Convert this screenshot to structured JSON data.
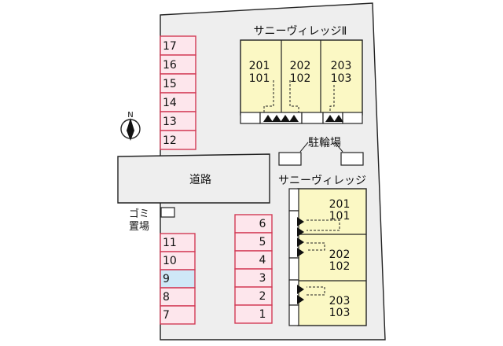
{
  "buildings": {
    "villa2": {
      "name": "サニーヴィレッジⅡ",
      "units": [
        {
          "upper": "201",
          "lower": "101"
        },
        {
          "upper": "202",
          "lower": "102"
        },
        {
          "upper": "203",
          "lower": "103"
        }
      ]
    },
    "villa1": {
      "name": "サニーヴィレッジ",
      "units": [
        {
          "upper": "201",
          "lower": "101"
        },
        {
          "upper": "202",
          "lower": "102"
        },
        {
          "upper": "203",
          "lower": "103"
        }
      ]
    }
  },
  "parking": {
    "left_top": [
      "17",
      "16",
      "15",
      "14",
      "13",
      "12"
    ],
    "left_bottom": [
      "11",
      "10",
      "9",
      "8",
      "7"
    ],
    "center": [
      "6",
      "5",
      "4",
      "3",
      "2",
      "1"
    ],
    "highlighted": "9",
    "highlight_color": "#cfe8f7",
    "slot_color": "#fde6ec",
    "slot_border_color": "#d23a55"
  },
  "labels": {
    "road": "道路",
    "bicycle": "駐輪場",
    "garbage_line1": "ゴミ",
    "garbage_line2": "置場",
    "north": "N"
  },
  "colors": {
    "building_fill": "#fbf8c4",
    "lot_fill": "#eeeeee"
  }
}
